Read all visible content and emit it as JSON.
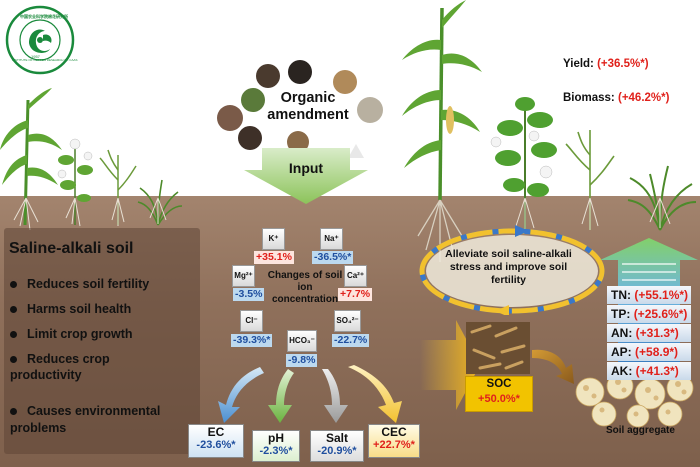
{
  "logo": {
    "text_top": "中国农业科学院棉花研究所",
    "text_bottom": "INSTITUTE OF COTTON RESEARCH OF CAAS",
    "year": "1957"
  },
  "header": {
    "organic_amendment": "Organic amendment",
    "input": "Input"
  },
  "outcomes": {
    "yield_label": "Yield:",
    "yield_value": "(+36.5%*)",
    "biomass_label": "Biomass:",
    "biomass_value": "(+46.2%*)"
  },
  "saline": {
    "title": "Saline-alkali soil",
    "bullets": [
      "Reduces soil fertility",
      "Harms soil health",
      "Limit crop growth",
      "Reduces crop",
      "Causes environmental"
    ],
    "continuations": [
      "productivity",
      "problems"
    ]
  },
  "ions": {
    "heading": "Changes of soil ion concentration",
    "K": {
      "label": "K⁺",
      "value": "+35.1%"
    },
    "Na": {
      "label": "Na⁺",
      "value": "-36.5%*"
    },
    "Mg": {
      "label": "Mg²⁺",
      "value": "-3.5%"
    },
    "Ca": {
      "label": "Ca²⁺",
      "value": "+7.7%"
    },
    "Cl": {
      "label": "Cl⁻",
      "value": "-39.3%*"
    },
    "HCO3": {
      "label": "HCO₃⁻",
      "value": "-9.8%"
    },
    "SO4": {
      "label": "SO₄²⁻",
      "value": "-22.7%"
    }
  },
  "metrics": {
    "EC": {
      "label": "EC",
      "value": "-23.6%*"
    },
    "pH": {
      "label": "pH",
      "value": "-2.3%*"
    },
    "Salt": {
      "label": "Salt",
      "value": "-20.9%*"
    },
    "CEC": {
      "label": "CEC",
      "value": "+22.7%*"
    }
  },
  "cycle": {
    "text": "Alleviate soil saline-alkali stress and improve soil fertility"
  },
  "soc": {
    "label": "SOC",
    "value": "+50.0%*"
  },
  "nutrients": [
    {
      "label": "TN:",
      "value": "(+55.1%*)"
    },
    {
      "label": "TP:",
      "value": "(+25.6%*)"
    },
    {
      "label": "AN:",
      "value": "(+31.3*)"
    },
    {
      "label": "AP:",
      "value": "(+58.9*)"
    },
    {
      "label": "AK:",
      "value": "(+41.3*)"
    }
  ],
  "soil_aggregate": "Soil aggregate",
  "colors": {
    "soil_top": "#a3846e",
    "soil_bottom": "#7e604c",
    "increase_red": "#e0211b",
    "decrease_blue": "#1f4e9e",
    "soc_yellow": "#f2c300",
    "logo_green": "#1a8a3c"
  }
}
